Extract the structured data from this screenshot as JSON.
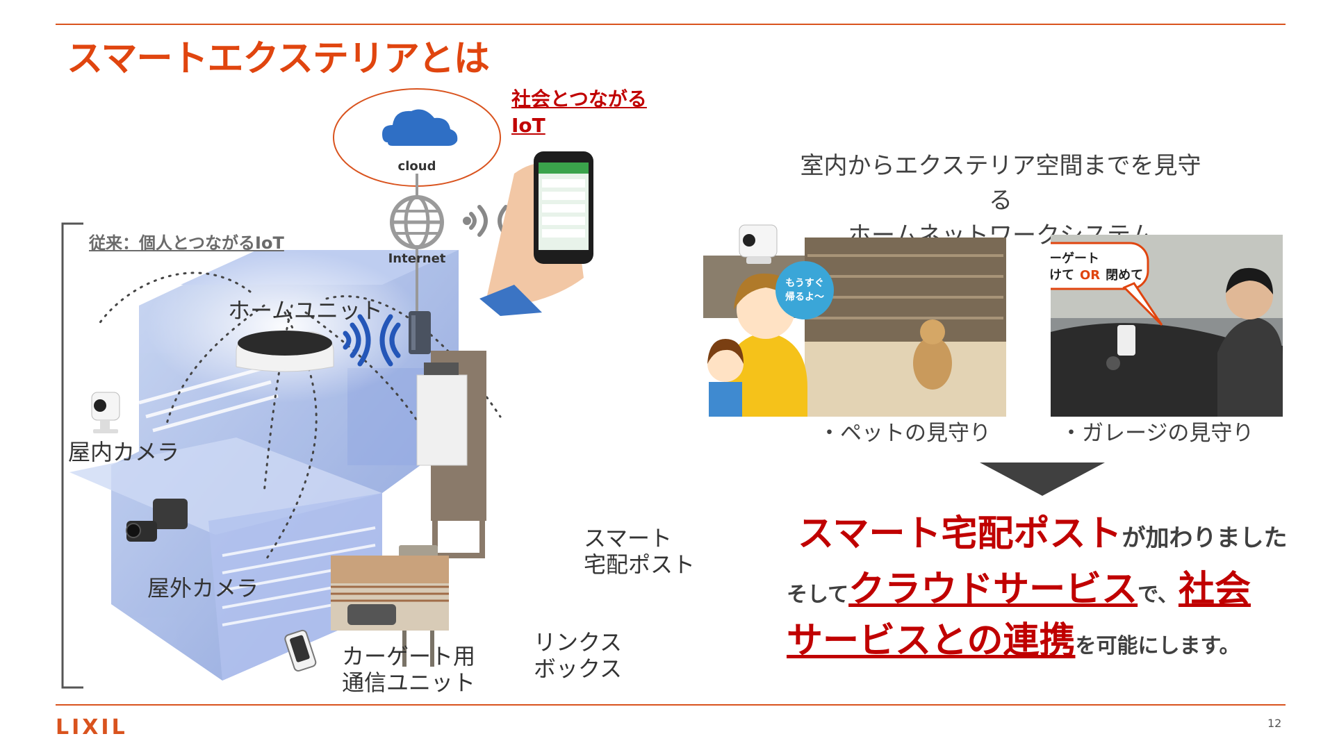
{
  "page": {
    "title": "スマートエクステリアとは",
    "page_number": "12",
    "brand": "LIXIL"
  },
  "diagram": {
    "iot_label_line1": "社会とつながる",
    "iot_label_line2": "IoT",
    "traditional_label": "従来：個人とつながるIoT",
    "cloud_label": "cloud",
    "internet_label": "Internet",
    "home_unit": "ホームユニット",
    "indoor_camera": "屋内カメラ",
    "outdoor_camera": "屋外カメラ",
    "car_gate_unit_line1": "カーゲート用",
    "car_gate_unit_line2": "通信ユニット",
    "link_box_line1": "リンクス",
    "link_box_line2": "ボックス",
    "smart_post_line1": "スマート",
    "smart_post_line2": "宅配ポスト"
  },
  "right": {
    "desc_line1": "室内からエクステリア空間までを見守る",
    "desc_line2": "ホームネットワークシステム",
    "pet_bubble_line1": "もうすぐ",
    "pet_bubble_line2": "帰るよ～",
    "pet_caption": "・ペットの見守り",
    "garage_bubble_line1": "カーゲート",
    "garage_bubble_open": "開けて",
    "garage_bubble_or": "OR",
    "garage_bubble_close": "閉めて",
    "garage_caption": "・ガレージの見守り",
    "line1_strong": "スマート宅配ポスト",
    "line1_rest": "が加わりました",
    "line2_pre": "そして",
    "line2_strong": "クラウドサービス",
    "line2_mid": "で、",
    "line2_strong2": "社会",
    "line3_strong": "サービスとの連携",
    "line3_rest": "を可能にします。"
  },
  "colors": {
    "accent": "#e0450f",
    "rule": "#d9531e",
    "emphasis": "#c00000",
    "house": "#9fb5e4",
    "bubble": "#3aa6d8"
  }
}
